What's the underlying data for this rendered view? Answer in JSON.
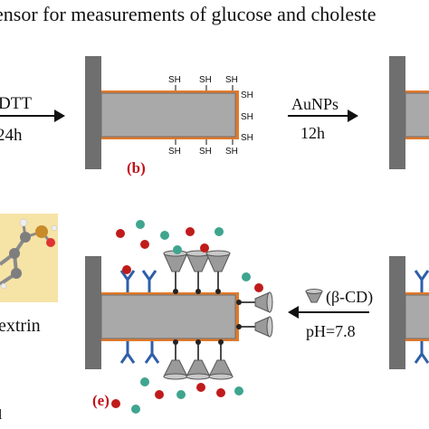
{
  "title": "ensor for measurements of glucose and choleste",
  "step_dtt": {
    "reagent": "DTT",
    "time": "24h"
  },
  "step_aunps": {
    "reagent": "AuNPs",
    "time": "12h"
  },
  "step_cd": {
    "reagent": "(β-CD)",
    "condition": "pH=7.8"
  },
  "thiol_label": "SH",
  "panel_b": "(b)",
  "panel_e": "(e)",
  "left_label": "extrin",
  "bottom_left_mark": "l",
  "colors": {
    "electrode": "#a9a9a9",
    "electrode_frame": "#6e6e6e",
    "handle": "#6f6f6f",
    "gold_layer": "#e07a2c",
    "red_particle": "#c01b1b",
    "teal_particle": "#3fa58f",
    "antibody": "#2f5fa8",
    "cyclodextrin": "#9a9a9a",
    "molecule_bg": "#f6e3a6",
    "panel_label": "#c0121a"
  },
  "icons": [
    "arrow-right-icon",
    "arrow-left-icon",
    "cyclodextrin-icon",
    "antibody-icon",
    "molecule-model-icon"
  ]
}
